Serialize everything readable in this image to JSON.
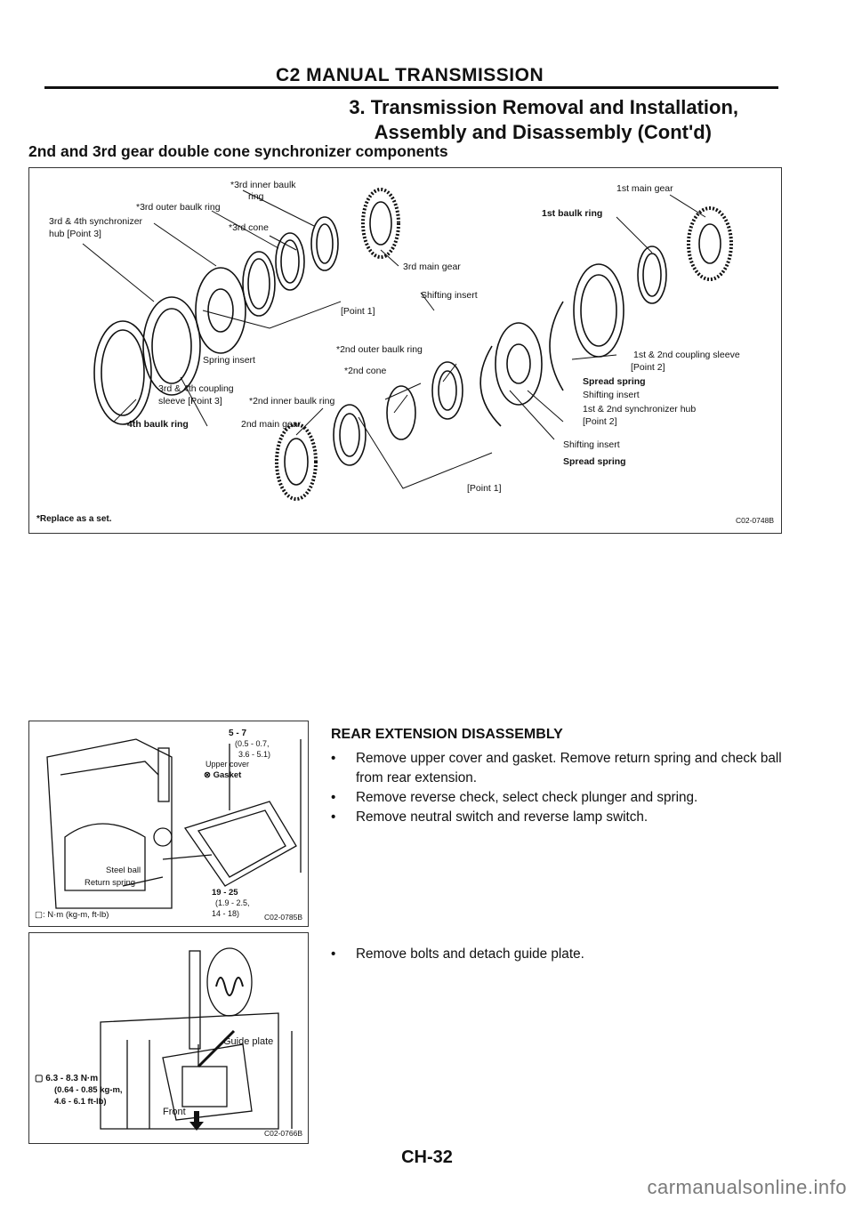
{
  "header": {
    "title": "C2 MANUAL TRANSMISSION",
    "subtitle_line1": "3. Transmission Removal and Installation,",
    "subtitle_line2": "Assembly and Disassembly (Cont'd)"
  },
  "section_title": "2nd and 3rd gear double cone synchronizer components",
  "figure1": {
    "labels": {
      "inner_baulk_3rd": "*3rd inner baulk",
      "inner_baulk_3rd_ring": "ring",
      "outer_baulk_3rd": "*3rd outer baulk ring",
      "synchro_hub_34": "3rd & 4th synchronizer",
      "synchro_hub_34_b": "hub [Point 3]",
      "cone_3rd": "*3rd cone",
      "main_gear_3rd": "3rd main gear",
      "shifting_insert_top": "Shifting insert",
      "point1_top": "[Point 1]",
      "spring_insert": "Spring insert",
      "outer_baulk_2nd": "*2nd outer baulk ring",
      "cone_2nd": "*2nd cone",
      "coupling_34": "3rd & 4th coupling",
      "coupling_34_b": "sleeve [Point 3]",
      "inner_baulk_2nd": "*2nd inner baulk ring",
      "baulk_4th": "4th baulk ring",
      "main_gear_2nd": "2nd main gear",
      "point1_bottom": "[Point 1]",
      "main_gear_1st": "1st main gear",
      "baulk_1st": "1st baulk ring",
      "coupling_12": "1st & 2nd coupling sleeve",
      "coupling_12_point": "[Point 2]",
      "spread_spring_top": "Spread spring",
      "shifting_insert_mid": "Shifting insert",
      "synchro_hub_12": "1st & 2nd synchronizer hub",
      "synchro_hub_12_point": "[Point 2]",
      "shifting_insert_bottom": "Shifting insert",
      "spread_spring_bottom": "Spread spring",
      "replace_note": "*Replace as a set.",
      "code": "C02-0748B"
    }
  },
  "figure2": {
    "labels": {
      "torque_top": "5 - 7",
      "torque_top_b": "(0.5 - 0.7,",
      "torque_top_c": "3.6 - 5.1)",
      "upper_cover": "Upper cover",
      "gasket": "Gasket",
      "steel_ball": "Steel ball",
      "return_spring": "Return spring",
      "torque_bottom": "19 - 25",
      "torque_bottom_b": "(1.9 - 2.5,",
      "torque_bottom_c": "14 - 18)",
      "units": ": N·m (kg-m, ft-lb)",
      "code": "C02-0785B"
    }
  },
  "figure3": {
    "labels": {
      "guide_plate": "Guide plate",
      "torque": "6.3 - 8.3 N·m",
      "torque_b": "(0.64 - 0.85 kg-m,",
      "torque_c": "4.6 - 6.1 ft-lb)",
      "front": "Front",
      "code": "C02-0766B"
    }
  },
  "rear_extension": {
    "title": "REAR EXTENSION DISASSEMBLY",
    "bullets": [
      "Remove upper cover and gasket. Remove return spring and check ball from rear extension.",
      "Remove reverse check, select check plunger and spring.",
      "Remove neutral switch and reverse lamp switch."
    ]
  },
  "guide_plate_step": "Remove bolts and detach guide plate.",
  "page_number": "CH-32",
  "watermark": "carmanualsonline.info"
}
